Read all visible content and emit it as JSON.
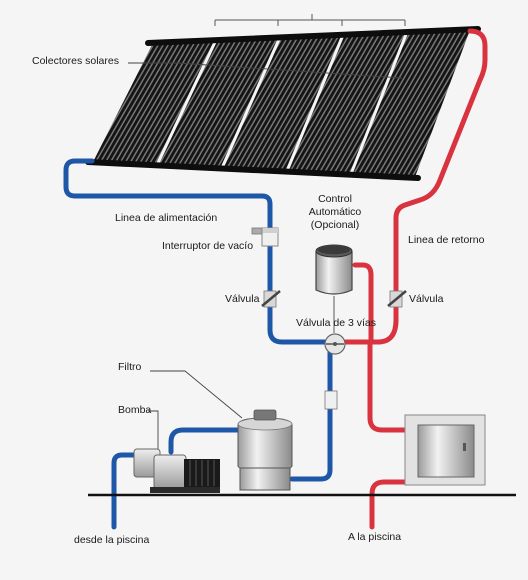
{
  "labels": {
    "collectors": "Colectores solares",
    "feed_line": "Linea de alimentación",
    "vacuum_switch": "Interruptor de vacío",
    "auto_control_line1": "Control",
    "auto_control_line2": "Automático",
    "auto_control_line3": "(Opcional)",
    "return_line": "Linea de retorno",
    "valve_left": "Válvula",
    "valve_right": "Válvula",
    "three_way_valve": "Válvula de 3 vías",
    "filter": "Filtro",
    "pump": "Bomba",
    "from_pool": "desde la piscina",
    "to_pool": "A la piscina"
  },
  "colors": {
    "cold_pipe": "#1f57a8",
    "hot_pipe": "#d9333f",
    "collector": "#121212",
    "ground_line": "#111111",
    "background": "#f5f5f5"
  },
  "icons": {
    "collector_panels": "solar-collector-panels",
    "vacuum_switch": "vacuum-breaker-icon",
    "controller": "controller-cylinder-icon",
    "valve": "valve-icon",
    "three_way_valve": "three-way-valve-icon",
    "filter": "pool-filter-icon",
    "pump": "pump-icon",
    "heater_box": "control-box-icon"
  }
}
